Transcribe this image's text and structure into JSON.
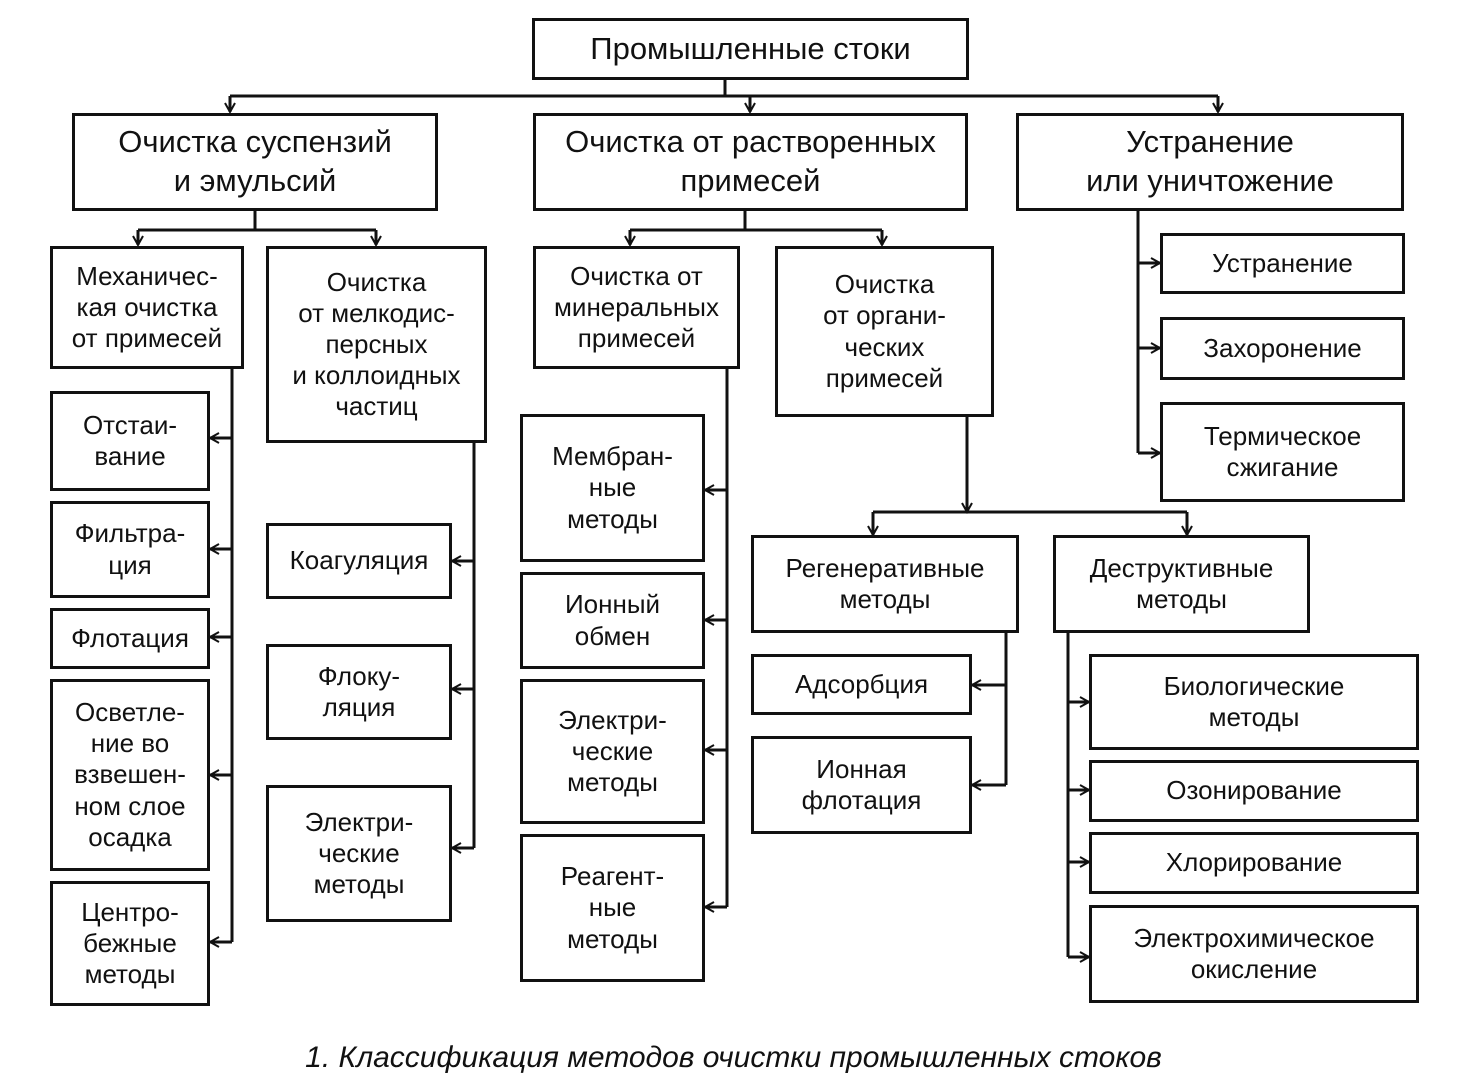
{
  "title": "Промышленные стоки",
  "branches": {
    "suspensions": {
      "label": "Очистка суспензий\nи эмульсий",
      "mechanical": {
        "label": "Механичес-\nкая очистка\nот примесей",
        "items": [
          "Отстаи-\nвание",
          "Фильтра-\nция",
          "Флотация",
          "Осветле-\nние во\nвзвешен-\nном слое\nосадка",
          "Центро-\nбежные\nметоды"
        ]
      },
      "colloid": {
        "label": "Очистка\nот мелкодис-\nперсных\nи коллоидных\nчастиц",
        "items": [
          "Коагуляция",
          "Флоку-\nляция",
          "Электри-\nческие\nметоды"
        ]
      }
    },
    "dissolved": {
      "label": "Очистка от растворенных\nпримесей",
      "mineral": {
        "label": "Очистка от\nминеральных\nпримесей",
        "items": [
          "Мембран-\nные\nметоды",
          "Ионный\nобмен",
          "Электри-\nческие\nметоды",
          "Реагент-\nные\nметоды"
        ]
      },
      "organic": {
        "label": "Очистка\nот органи-\nческих\nпримесей",
        "regenerative": {
          "label": "Регенеративные\nметоды",
          "items": [
            "Адсорбция",
            "Ионная\nфлотация"
          ]
        },
        "destructive": {
          "label": "Деструктивные\nметоды",
          "items": [
            "Биологические\nметоды",
            "Озонирование",
            "Хлорирование",
            "Электрохимическое\nокисление"
          ]
        }
      }
    },
    "removal": {
      "label": "Устранение\nили уничтожение",
      "items": [
        "Устранение",
        "Захоронение",
        "Термическое\nсжигание"
      ]
    }
  },
  "caption": "1. Классификация методов очистки промышленных стоков"
}
